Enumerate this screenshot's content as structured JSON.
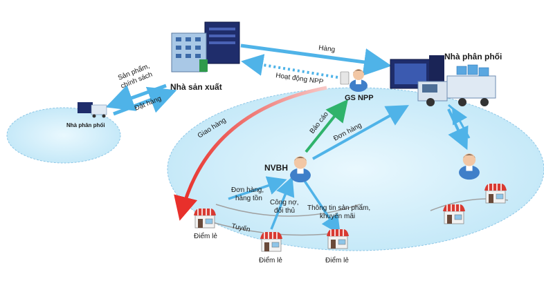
{
  "nodes": {
    "manufacturer": "Nhà sản xuất",
    "distributor_main": "Nhà phân phối",
    "distributor_small": "Nhà phân phối",
    "supervisor": "GS NPP",
    "sales_rep": "NVBH",
    "outlet_1": "Điểm lẻ",
    "outlet_2": "Điểm lẻ",
    "outlet_3": "Điểm lẻ"
  },
  "flows": {
    "goods": "Hàng",
    "npp_activity": "Hoạt động NPP",
    "products_policy_line1": "Sản phẩm,",
    "products_policy_line2": "chính sách",
    "place_order": "Đặt hàng",
    "delivery": "Giao hàng",
    "report": "Báo cáo",
    "orders": "Đơn hàng",
    "orders_stock_line1": "Đơn hàng,",
    "orders_stock_line2": "hàng tồn",
    "debt_line1": "Công nợ,",
    "debt_line2": "đối thủ",
    "product_info_line1": "Thông tin sản phẩm,",
    "product_info_line2": "khuyến mãi",
    "route": "Tuyến"
  },
  "colors": {
    "region_fill": "#d9f1fb",
    "region_stroke": "#8cc6e6",
    "arrow_blue": "#4fb3e8",
    "arrow_green": "#2fb36b",
    "arrow_red": "#e8302b",
    "route_line": "#a0a0a0"
  }
}
